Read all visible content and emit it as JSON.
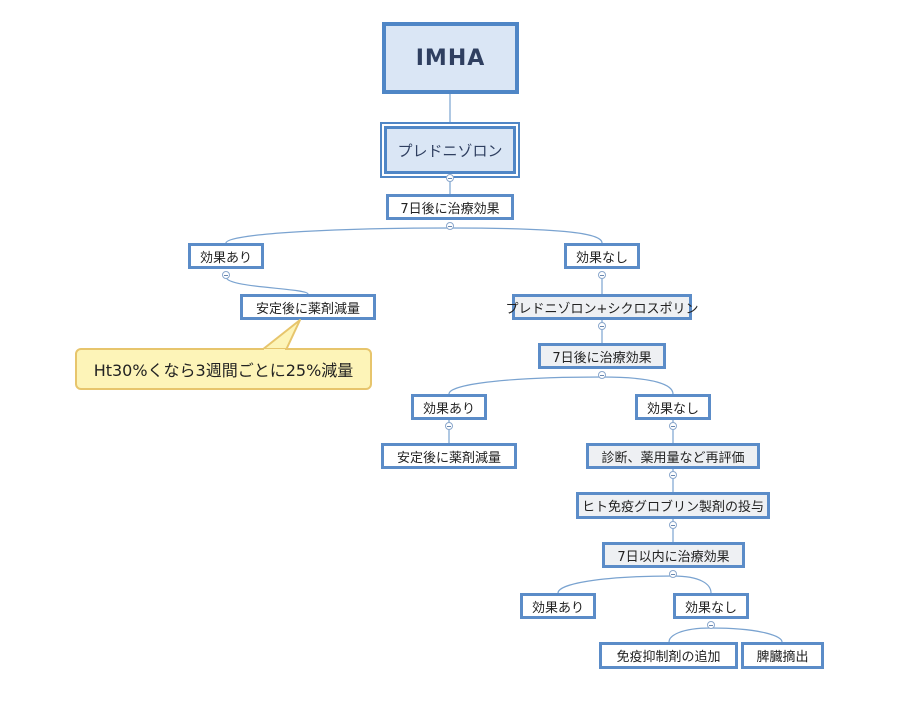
{
  "diagram": {
    "nodes": {
      "root": "IMHA",
      "prednisolone": "プレドニゾロン",
      "eval1": "7日後に治療効果",
      "effective1": "効果あり",
      "taper1": "安定後に薬剤減量",
      "not_effective1": "効果なし",
      "combo": "プレドニゾロン+シクロスポリン",
      "eval2": "7日後に治療効果",
      "effective2": "効果あり",
      "taper2": "安定後に薬剤減量",
      "not_effective2": "効果なし",
      "reevaluate": "診断、薬用量など再評価",
      "ivig": "ヒト免疫グロブリン製剤の投与",
      "eval3": "7日以内に治療効果",
      "effective3": "効果あり",
      "not_effective3": "効果なし",
      "add_immunosuppressant": "免疫抑制剤の追加",
      "splenectomy": "脾臓摘出"
    },
    "callout": "Ht30%くなら3週間ごとに25%減量",
    "colors": {
      "node_border": "#5b8cc8",
      "root_fill": "#dae6f5",
      "connector": "#7aa3d0",
      "callout_fill": "#fdf4b8",
      "callout_border": "#e7c56c"
    }
  }
}
